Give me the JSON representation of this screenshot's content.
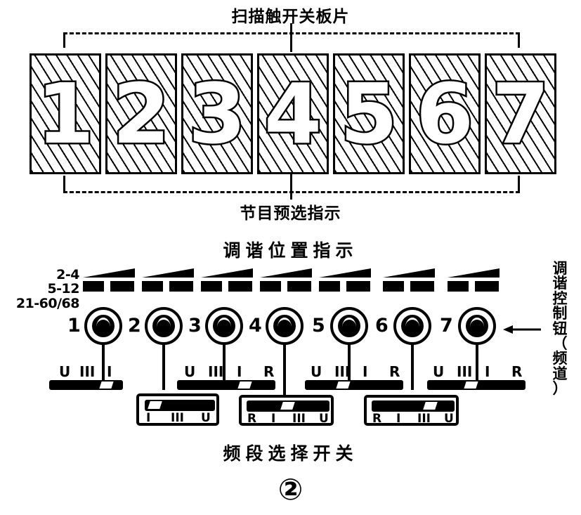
{
  "figure": {
    "number": "②",
    "caption_top": "扫描触开关板片",
    "caption_preset": "节目预选指示",
    "caption_tuning": "调谐位置指示",
    "caption_band": "频段选择开关",
    "caption_knob_vertical": [
      "调",
      "谐",
      "控",
      "制",
      "钮",
      "（",
      "频",
      "道",
      "）"
    ]
  },
  "preset_cards": [
    {
      "number": "1"
    },
    {
      "number": "2"
    },
    {
      "number": "3"
    },
    {
      "number": "4"
    },
    {
      "number": "5"
    },
    {
      "number": "6"
    },
    {
      "number": "7"
    }
  ],
  "band_scale": {
    "rows": [
      {
        "label": "2-4"
      },
      {
        "label": "5-12"
      },
      {
        "label": "21-60/68"
      }
    ]
  },
  "tuning_channels": [
    {
      "number": "1"
    },
    {
      "number": "2"
    },
    {
      "number": "3"
    },
    {
      "number": "4"
    },
    {
      "number": "5"
    },
    {
      "number": "6"
    },
    {
      "number": "7"
    }
  ],
  "band_switches": [
    {
      "id": "sw-1",
      "positions": [
        "U",
        "III",
        "I"
      ]
    },
    {
      "id": "sw-2",
      "positions": [
        "I",
        "III",
        "U"
      ]
    },
    {
      "id": "sw-3",
      "positions": [
        "U",
        "III",
        "I",
        "R"
      ]
    },
    {
      "id": "sw-4",
      "positions": [
        "R",
        "I",
        "III",
        "U"
      ]
    },
    {
      "id": "sw-5",
      "positions": [
        "U",
        "III",
        "I",
        "R"
      ]
    },
    {
      "id": "sw-6",
      "positions": [
        "R",
        "I",
        "III",
        "U"
      ]
    },
    {
      "id": "sw-7",
      "positions": [
        "U",
        "III",
        "I",
        "R"
      ]
    }
  ],
  "colors": {
    "ink": "#000000",
    "paper": "#ffffff"
  }
}
